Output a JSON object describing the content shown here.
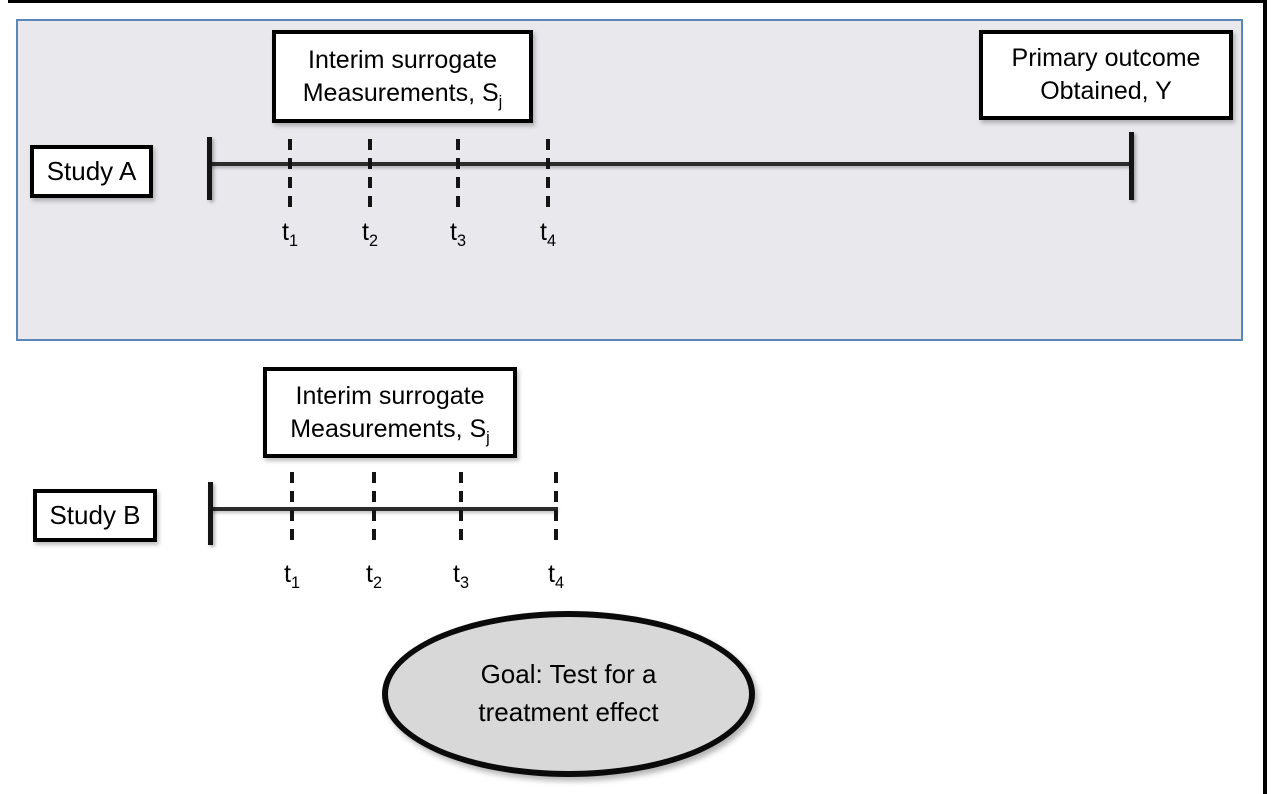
{
  "colors": {
    "panel_background": "#e9e8ec",
    "panel_border_blue": "#5d87b9",
    "ellipse_fill": "#d8d8d8",
    "timeline_line": "#2b2b2b",
    "box_border": "#000000"
  },
  "study_a": {
    "label": "Study A",
    "interim_box": {
      "line1": "Interim surrogate",
      "line2_main": "Measurements, S",
      "line2_sub": "j"
    },
    "primary_box": {
      "line1": "Primary outcome",
      "line2": "Obtained, Y"
    },
    "tick_labels": [
      {
        "base": "t",
        "sub": "1"
      },
      {
        "base": "t",
        "sub": "2"
      },
      {
        "base": "t",
        "sub": "3"
      },
      {
        "base": "t",
        "sub": "4"
      }
    ]
  },
  "study_b": {
    "label": "Study B",
    "interim_box": {
      "line1": "Interim surrogate",
      "line2_main": "Measurements, S",
      "line2_sub": "j"
    },
    "tick_labels": [
      {
        "base": "t",
        "sub": "1"
      },
      {
        "base": "t",
        "sub": "2"
      },
      {
        "base": "t",
        "sub": "3"
      },
      {
        "base": "t",
        "sub": "4"
      }
    ]
  },
  "goal_ellipse": {
    "line1": "Goal: Test for a",
    "line2": "treatment effect"
  }
}
